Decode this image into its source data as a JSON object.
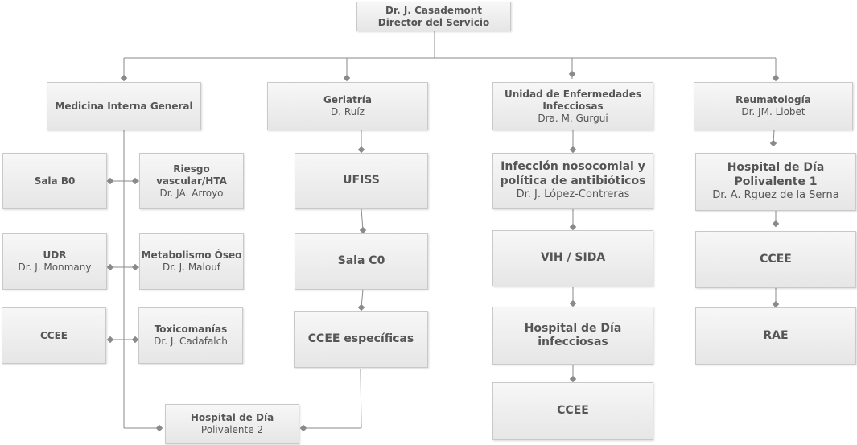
{
  "nodes": {
    "director": {
      "title": "Dr. J. Casademont",
      "sub": "Director del Servicio"
    },
    "mig": {
      "title": "Medicina Interna General",
      "sub": ""
    },
    "geriatria": {
      "title": "Geriatría",
      "sub": "D. Ruíz"
    },
    "infecciosas": {
      "title": "Unidad de Enfermedades Infecciosas",
      "sub": "Dra. M. Gurgui"
    },
    "reumatologia": {
      "title": "Reumatología",
      "sub": "Dr. JM. Llobet"
    },
    "sala_b0": {
      "title": "Sala B0",
      "sub": ""
    },
    "riesgo": {
      "title": "Riesgo vascular/HTA",
      "sub": "Dr. JA. Arroyo"
    },
    "udr": {
      "title": "UDR",
      "sub": "Dr. J. Monmany"
    },
    "metabolismo": {
      "title": "Metabolismo Óseo",
      "sub": "Dr. J. Malouf"
    },
    "ccee_mig": {
      "title": "CCEE",
      "sub": ""
    },
    "toxicomanias": {
      "title": "Toxicomanías",
      "sub": "Dr. J. Cadafalch"
    },
    "hdia2": {
      "title": "Hospital de Día",
      "sub": "Polivalente 2"
    },
    "ufiss": {
      "title": "UFISS",
      "sub": ""
    },
    "sala_c0": {
      "title": "Sala C0",
      "sub": ""
    },
    "ccee_especificas": {
      "title": "CCEE específicas",
      "sub": ""
    },
    "nosocomial": {
      "title": "Infección nosocomial y política de antibióticos",
      "sub": "Dr. J. López-Contreras"
    },
    "vih": {
      "title": "VIH / SIDA",
      "sub": ""
    },
    "hdia_inf": {
      "title": "Hospital de Día infecciosas",
      "sub": ""
    },
    "ccee_inf": {
      "title": "CCEE",
      "sub": ""
    },
    "hdia1": {
      "title": "Hospital de Día Polivalente 1",
      "sub": "Dr. A. Rguez de la Serna"
    },
    "ccee_reu": {
      "title": "CCEE",
      "sub": ""
    },
    "rae": {
      "title": "RAE",
      "sub": ""
    }
  },
  "colors": {
    "line": "#8a8a8a",
    "box_top": "#f7f7f7",
    "box_bottom": "#e6e6e6",
    "text": "#555555"
  }
}
